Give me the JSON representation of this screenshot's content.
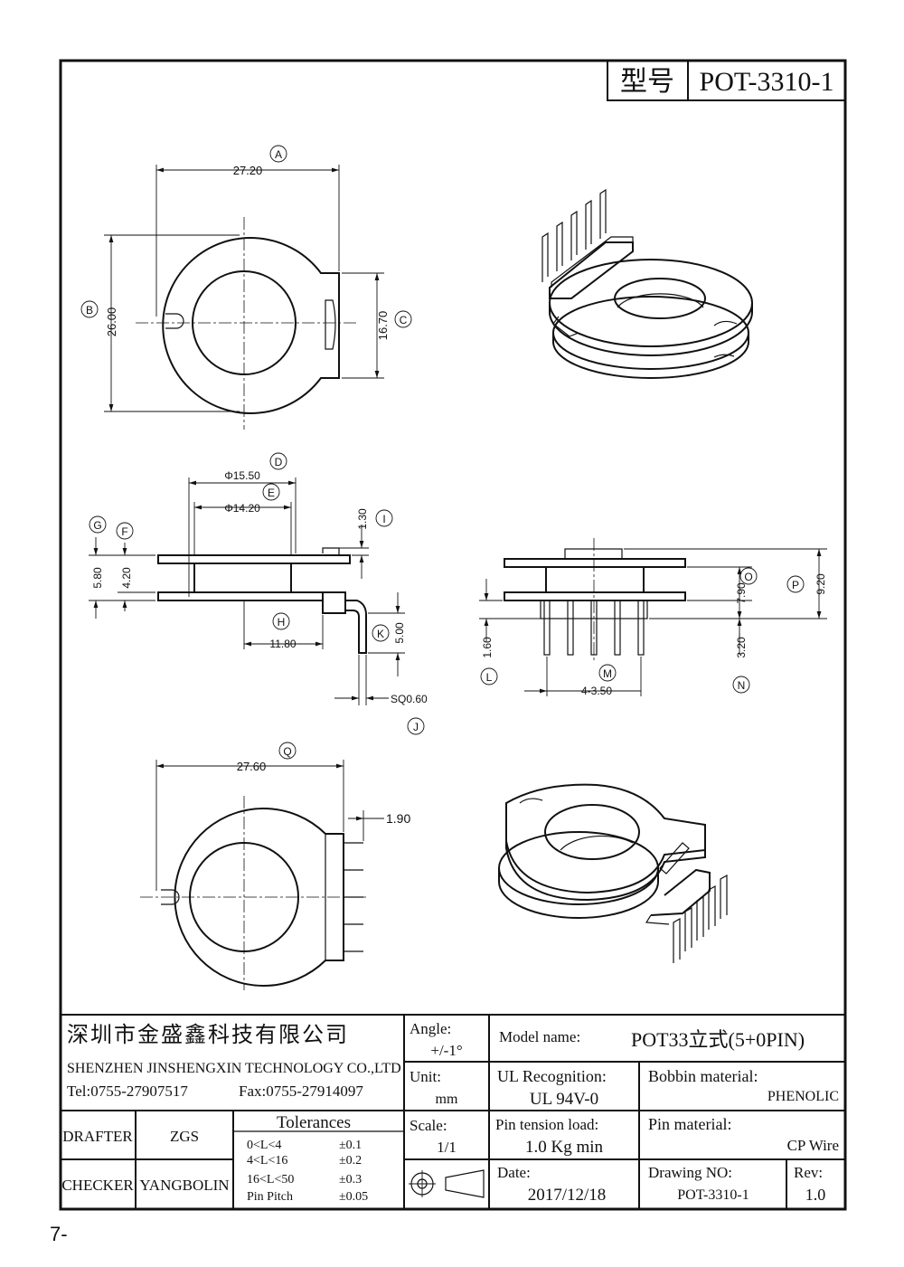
{
  "header": {
    "label": "型号",
    "model": "POT-3310-1"
  },
  "dims_top": {
    "a_val": "27.20",
    "b_val": "26.00",
    "c_val": "16.70",
    "a": "A",
    "b": "B",
    "c": "C"
  },
  "dims_side": {
    "d_val": "Φ15.50",
    "e_val": "Φ14.20",
    "i_val": "1.30",
    "g_val": "5.80",
    "f_val": "4.20",
    "h_val": "11.80",
    "k_val": "5.00",
    "j_val": "SQ0.60",
    "d": "D",
    "e": "E",
    "f": "F",
    "g": "G",
    "h": "H",
    "i": "I",
    "j": "J",
    "k": "K"
  },
  "dims_front": {
    "o_val": "7.90",
    "p_val": "9.20",
    "n_val": "3.20",
    "l_val": "1.60",
    "m_val": "4-3.50",
    "l": "L",
    "m": "M",
    "n": "N",
    "o": "O",
    "p": "P"
  },
  "dims_bottom": {
    "q_val": "27.60",
    "r_val": "1.90",
    "q": "Q"
  },
  "title_block": {
    "company_cn": "深圳市金盛鑫科技有限公司",
    "company_en": "SHENZHEN JINSHENGXIN TECHNOLOGY CO.,LTD",
    "tel": "Tel:0755-27907517",
    "fax": "Fax:0755-27914097",
    "drafter_label": "DRAFTER",
    "drafter": "ZGS",
    "checker_label": "CHECKER",
    "checker": "YANGBOLIN",
    "tolerances_label": "Tolerances",
    "tolerances": [
      {
        "range": "0<L<4",
        "tol": "±0.1"
      },
      {
        "range": "4<L<16",
        "tol": "±0.2"
      },
      {
        "range": "16<L<50",
        "tol": "±0.3"
      },
      {
        "range": "Pin Pitch",
        "tol": "±0.05"
      }
    ],
    "angle_label": "Angle:",
    "angle": "+/-1°",
    "unit_label": "Unit:",
    "unit": "mm",
    "scale_label": "Scale:",
    "scale": "1/1",
    "model_name_label": "Model name:",
    "model_name": "POT33立式(5+0PIN)",
    "ul_label": "UL Recognition:",
    "ul": "UL 94V-0",
    "bobbin_label": "Bobbin material:",
    "bobbin": "PHENOLIC",
    "pin_tension_label": "Pin tension load:",
    "pin_tension": "1.0 Kg min",
    "pin_material_label": "Pin material:",
    "pin_material": "CP Wire",
    "date_label": "Date:",
    "date": "2017/12/18",
    "drawing_no_label": "Drawing NO:",
    "drawing_no": "POT-3310-1",
    "rev_label": "Rev:",
    "rev": "1.0"
  },
  "page_number": "7-"
}
